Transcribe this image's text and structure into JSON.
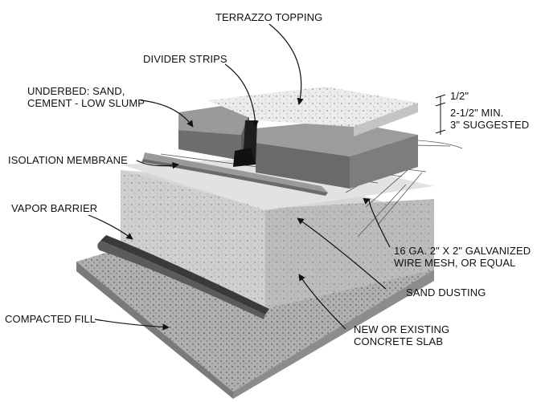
{
  "labels": {
    "terrazzo_topping": "TERRAZZO TOPPING",
    "divider_strips": "DIVIDER STRIPS",
    "underbed_line1": "UNDERBED: SAND,",
    "underbed_line2": "CEMENT - LOW SLUMP",
    "isolation_membrane": "ISOLATION MEMBRANE",
    "vapor_barrier": "VAPOR BARRIER",
    "compacted_fill": "COMPACTED FILL",
    "dim_half": "1/2\"",
    "dim_min": "2-1/2\" MIN.",
    "dim_suggested": "3\" SUGGESTED",
    "wire_mesh_line1": "16 GA. 2\" X 2\" GALVANIZED",
    "wire_mesh_line2": "WIRE MESH, OR EQUAL",
    "sand_dusting": "SAND DUSTING",
    "slab_line1": "NEW OR EXISTING",
    "slab_line2": "CONCRETE SLAB"
  },
  "colors": {
    "terrazzo": "#e9e9e9",
    "underbed": "#8d8d8d",
    "slab": "#d4d4d4",
    "fill": "#a9a9a9",
    "barrier": "#3c3c3c"
  }
}
